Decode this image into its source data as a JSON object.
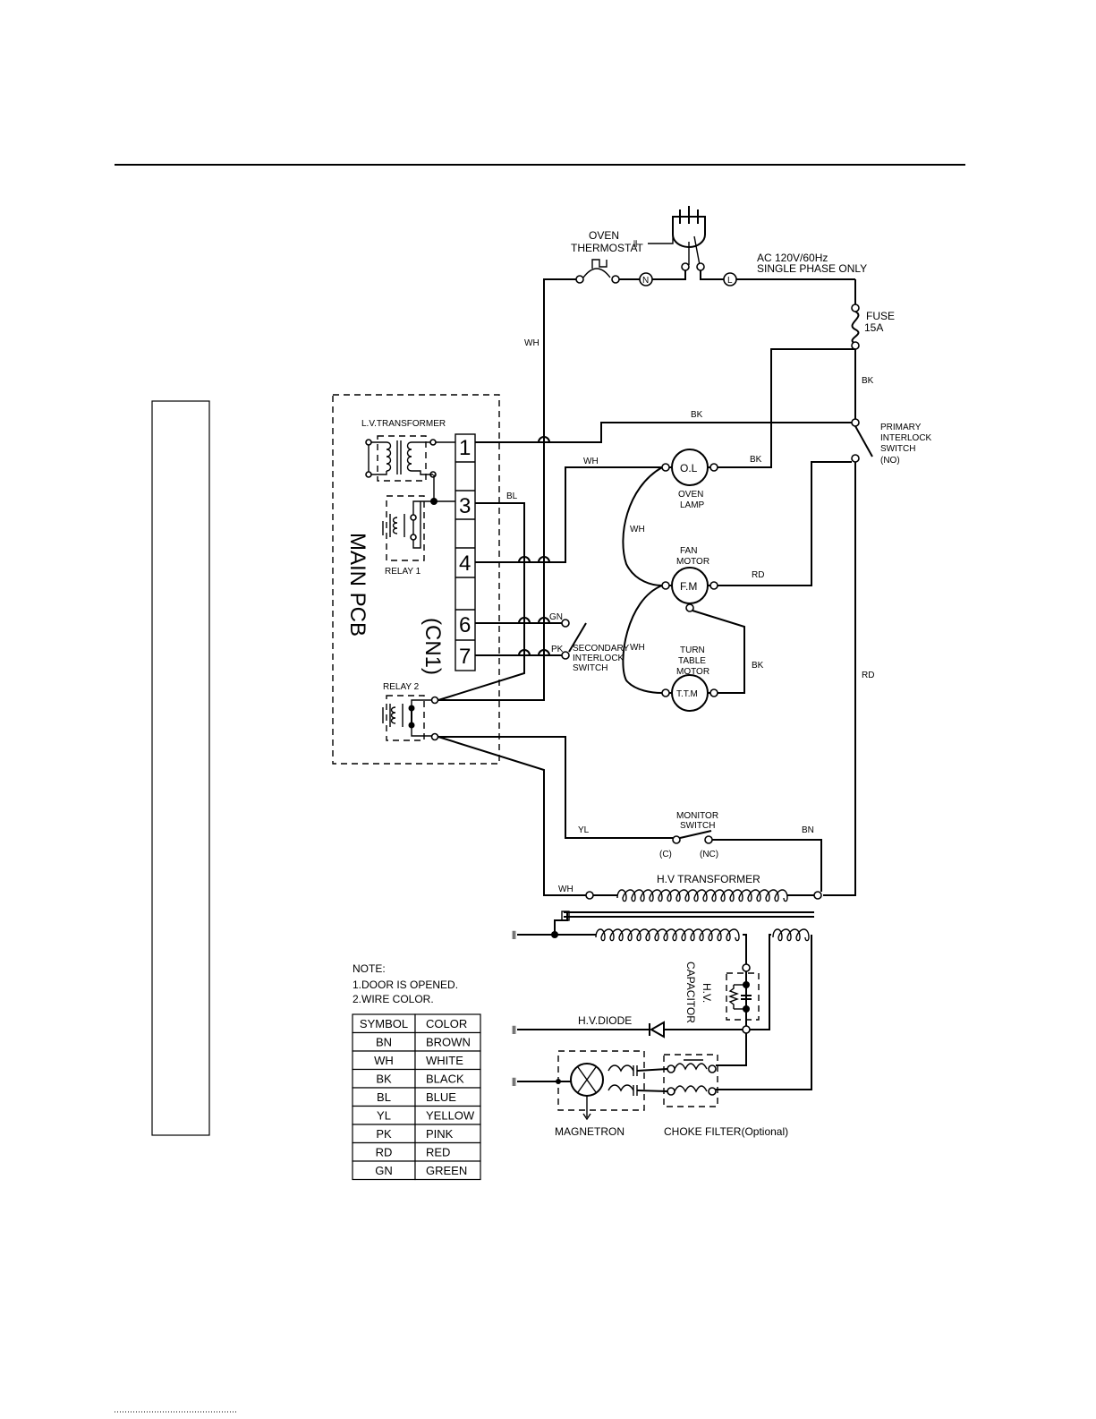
{
  "labels": {
    "oven_thermostat_1": "OVEN",
    "oven_thermostat_2": "THERMOSTAT",
    "ac_1": "AC 120V/60Hz",
    "ac_2": "SINGLE PHASE ONLY",
    "fuse_1": "FUSE",
    "fuse_2": "15A",
    "lv_transformer": "L.V.TRANSFORMER",
    "relay1": "RELAY 1",
    "relay2": "RELAY 2",
    "main_pcb": "MAIN PCB",
    "cn1": "(CN1)",
    "pin1": "1",
    "pin3": "3",
    "pin4": "4",
    "pin6": "6",
    "pin7": "7",
    "primary_1": "PRIMARY",
    "primary_2": "INTERLOCK",
    "primary_3": "SWITCH",
    "primary_4": "(NO)",
    "oven_lamp_sym": "O.L",
    "oven_lamp_1": "OVEN",
    "oven_lamp_2": "LAMP",
    "fan_motor_1": "FAN",
    "fan_motor_2": "MOTOR",
    "fan_motor_sym": "F.M",
    "tt_1": "TURN",
    "tt_2": "TABLE",
    "tt_3": "MOTOR",
    "tt_sym": "T.T.M",
    "sec_1": "SECONDARY",
    "sec_2": "INTERLOCK",
    "sec_3": "SWITCH",
    "monitor_1": "MONITOR",
    "monitor_2": "SWITCH",
    "monitor_c": "(C)",
    "monitor_nc": "(NC)",
    "hv_transformer": "H.V TRANSFORMER",
    "hv_diode": "H.V.DIODE",
    "hv_cap_1": "H.V.",
    "hv_cap_2": "CAPACITOR",
    "magnetron": "MAGNETRON",
    "choke": "CHOKE FILTER(Optional)",
    "plug_n": "N",
    "plug_l": "L"
  },
  "wire_labels": {
    "wh_top": "WH",
    "bk_right": "BK",
    "bk_mid": "BK",
    "wh_lamp": "WH",
    "bk_lamp": "BK",
    "bl": "BL",
    "wh_lamp_fan": "WH",
    "rd_fan": "RD",
    "gn": "GN",
    "pk": "PK",
    "wh_ttm": "WH",
    "bk_ttm": "BK",
    "rd_right": "RD",
    "yl": "YL",
    "bn": "BN",
    "wh_hv": "WH"
  },
  "note": {
    "title": "NOTE:",
    "line1": "1.DOOR IS OPENED.",
    "line2": "2.WIRE COLOR."
  },
  "color_table": {
    "headers": [
      "SYMBOL",
      "COLOR"
    ],
    "rows": [
      [
        "BN",
        "BROWN"
      ],
      [
        "WH",
        "WHITE"
      ],
      [
        "BK",
        "BLACK"
      ],
      [
        "BL",
        "BLUE"
      ],
      [
        "YL",
        "YELLOW"
      ],
      [
        "PK",
        "PINK"
      ],
      [
        "RD",
        "RED"
      ],
      [
        "GN",
        "GREEN"
      ]
    ]
  }
}
